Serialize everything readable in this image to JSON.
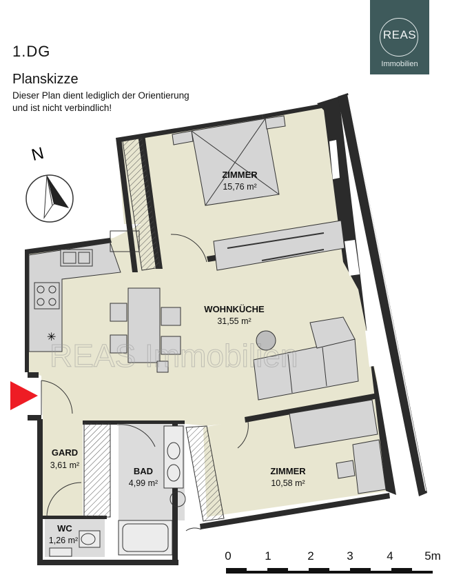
{
  "header": {
    "floor": "1.DG",
    "title": "Planskizze",
    "disclaimer_line1": "Dieser Plan dient lediglich der Orientierung",
    "disclaimer_line2": "und ist nicht verbindlich!"
  },
  "logo": {
    "name": "REAS",
    "subtitle": "Immobilien",
    "color": "#3e5a5b"
  },
  "watermark": "REAS Immobilien",
  "compass": {
    "letter": "N",
    "icon": "north-arrow-icon"
  },
  "rooms": [
    {
      "name": "ZIMMER",
      "area": "15,76 m²"
    },
    {
      "name": "WOHNKÜCHE",
      "area": "31,55 m²"
    },
    {
      "name": "ZIMMER",
      "area": "10,58 m²"
    },
    {
      "name": "GARD",
      "area": "3,61 m²"
    },
    {
      "name": "BAD",
      "area": "4,99 m²"
    },
    {
      "name": "WC",
      "area": "1,26 m²"
    }
  ],
  "scale": {
    "labels": [
      "0",
      "1",
      "2",
      "3",
      "4",
      "5m"
    ]
  },
  "entrance_marker": {
    "icon": "entrance-arrow-icon",
    "color": "#ee1c24"
  },
  "colors": {
    "floor_fill": "#e8e6d0",
    "wet_fill": "#dcdcdc",
    "wall": "#222222"
  }
}
